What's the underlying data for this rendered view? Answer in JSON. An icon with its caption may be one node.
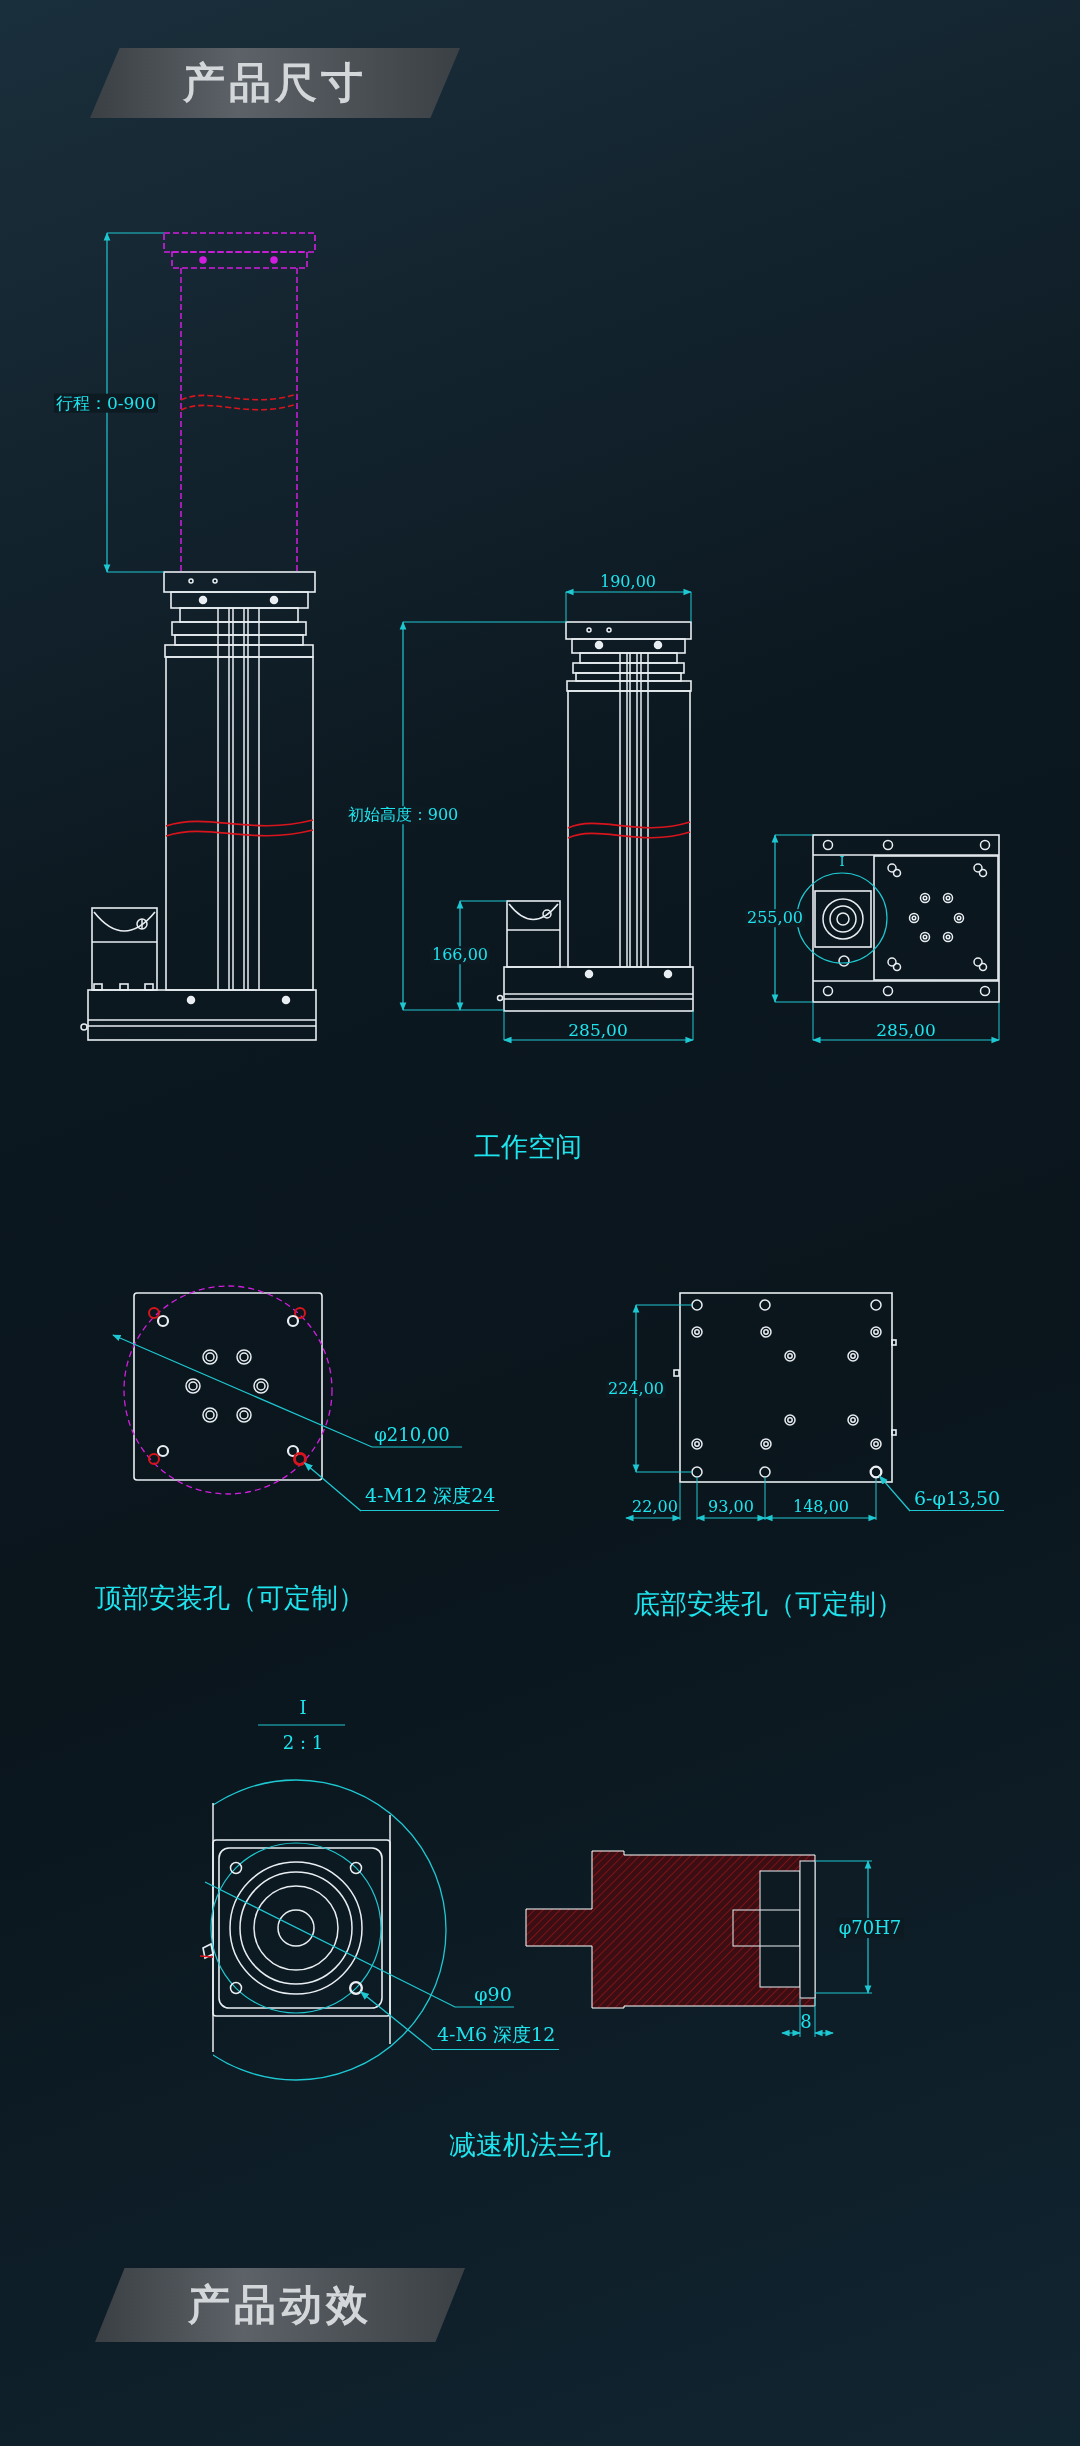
{
  "diagram": {
    "nodes": [
      {
        "text": [
          "4-M12 深度24"
        ]
      },
      {
        "text": [
          "6-φ13,50"
        ]
      },
      {
        "text": [
          "4-M6 深度12"
        ]
      },
      {
        "text": [],
        "shape": "circle"
      },
      {
        "text": [],
        "shape": "circle"
      },
      {
        "text": [],
        "shape": "circle"
      }
    ],
    "edges": [
      {
        "from": 0,
        "to": 3,
        "arrow": "to"
      },
      {
        "from": 1,
        "to": 4,
        "arrow": "to"
      },
      {
        "from": 2,
        "to": 5,
        "arrow": "to"
      }
    ],
    "labels": [
      "产品尺寸",
      "行程：0-900",
      "190,00",
      "初始高度：900",
      "166,00",
      "285,00",
      "I",
      "255,00",
      "285,00",
      "工作空间",
      "φ210,00",
      "224,00",
      "22,00",
      "93,00",
      "148,00",
      "顶部安装孔（可定制）",
      "底部安装孔（可定制）",
      "I",
      "2 : 1",
      "φ90",
      "φ70H7",
      "8",
      "减速机法兰孔",
      "产品动效"
    ]
  }
}
